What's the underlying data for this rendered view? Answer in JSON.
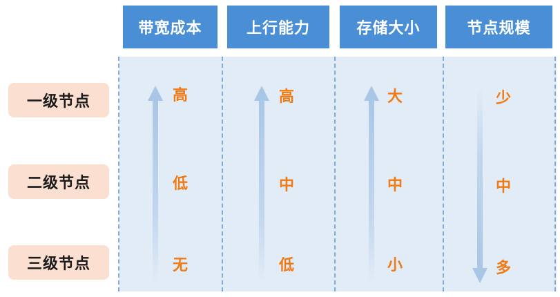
{
  "columns": [
    {
      "id": "bandwidth-cost",
      "label": "带宽成本",
      "values": [
        "高",
        "低",
        "无"
      ],
      "direction": "up"
    },
    {
      "id": "uplink-capacity",
      "label": "上行能力",
      "values": [
        "高",
        "中",
        "低"
      ],
      "direction": "up"
    },
    {
      "id": "storage-size",
      "label": "存储大小",
      "values": [
        "大",
        "中",
        "小"
      ],
      "direction": "up"
    },
    {
      "id": "node-scale",
      "label": "节点规模",
      "values": [
        "少",
        "中",
        "多"
      ],
      "direction": "down"
    }
  ],
  "rows": [
    {
      "id": "level-1",
      "label": "一级节点"
    },
    {
      "id": "level-2",
      "label": "二级节点"
    },
    {
      "id": "level-3",
      "label": "三级节点"
    }
  ],
  "colors": {
    "header": "#4a8fd6",
    "row_label_bg": "#fbe0d2",
    "body_bg": "#e2ecf7",
    "value_text": "#f07a14",
    "arrow": "#a9c6e6"
  }
}
